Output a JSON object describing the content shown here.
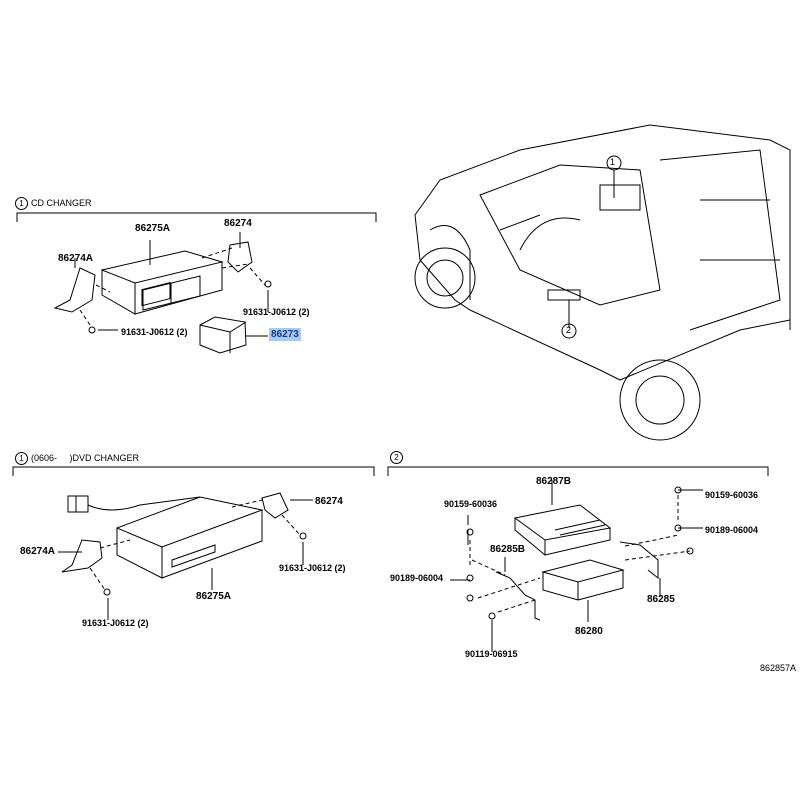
{
  "sections": {
    "cd_changer": {
      "index": "1",
      "title": "CD CHANGER",
      "labels": {
        "unit": "86275A",
        "bracket_right": "86274",
        "bracket_left": "86274A",
        "screw_right": "91631-J0612 (2)",
        "screw_left": "91631-J0612 (2)",
        "magazine": "86273"
      }
    },
    "dvd_changer": {
      "index": "1",
      "title": "(0606-     )DVD CHANGER",
      "labels": {
        "bracket_right": "86274",
        "bracket_left": "86274A",
        "screw_right": "91631-J0612 (2)",
        "unit": "86275A",
        "screw_left": "91631-J0612 (2)"
      }
    },
    "amplifier": {
      "index": "2",
      "labels": {
        "cover": "86287B",
        "bolt_left_top": "90159-60036",
        "bolt_right_top": "90159-60036",
        "nut_right": "90189-06004",
        "bracket_left": "86285B",
        "nut_left": "90189-06004",
        "bracket_right": "86285",
        "amplifier": "86280",
        "bolt_bottom": "90119-06915"
      }
    }
  },
  "vehicle_callouts": {
    "callout_1": "1",
    "callout_2": "2"
  },
  "illustration_code": "862857A",
  "colors": {
    "highlight_bg": "#a9c9f2",
    "highlight_text": "#123c8c"
  }
}
